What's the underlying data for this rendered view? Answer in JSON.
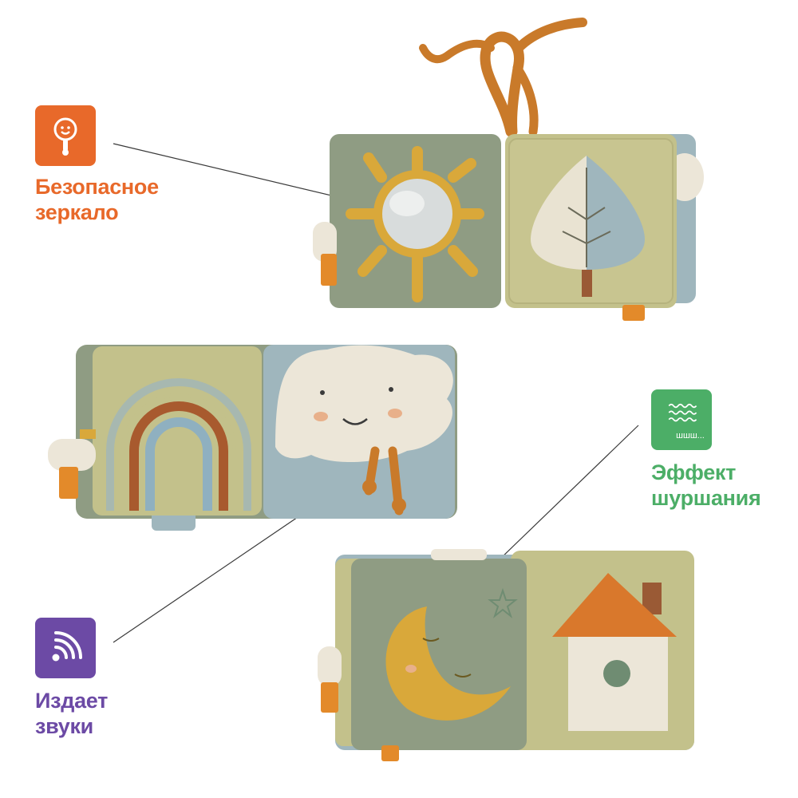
{
  "features": {
    "mirror": {
      "line1": "Безопасное",
      "line2": "зеркало",
      "icon": "rattle-icon",
      "color": "#e8692a"
    },
    "rustle": {
      "line1": "Эффект",
      "line2": "шуршания",
      "badge_text": "шшш...",
      "icon": "crinkle-paper-icon",
      "color": "#4cae67"
    },
    "sound": {
      "line1": "Издает",
      "line2": "звуки",
      "icon": "sound-waves-icon",
      "color": "#6c4aa5"
    }
  },
  "colors": {
    "sage": "#8f9c83",
    "olive_panel": "#c3c18b",
    "light_blue": "#9fb6bd",
    "mustard": "#d9a83a",
    "orange": "#d9782c",
    "cream": "#ece6d8",
    "brown": "#9a5a35"
  }
}
